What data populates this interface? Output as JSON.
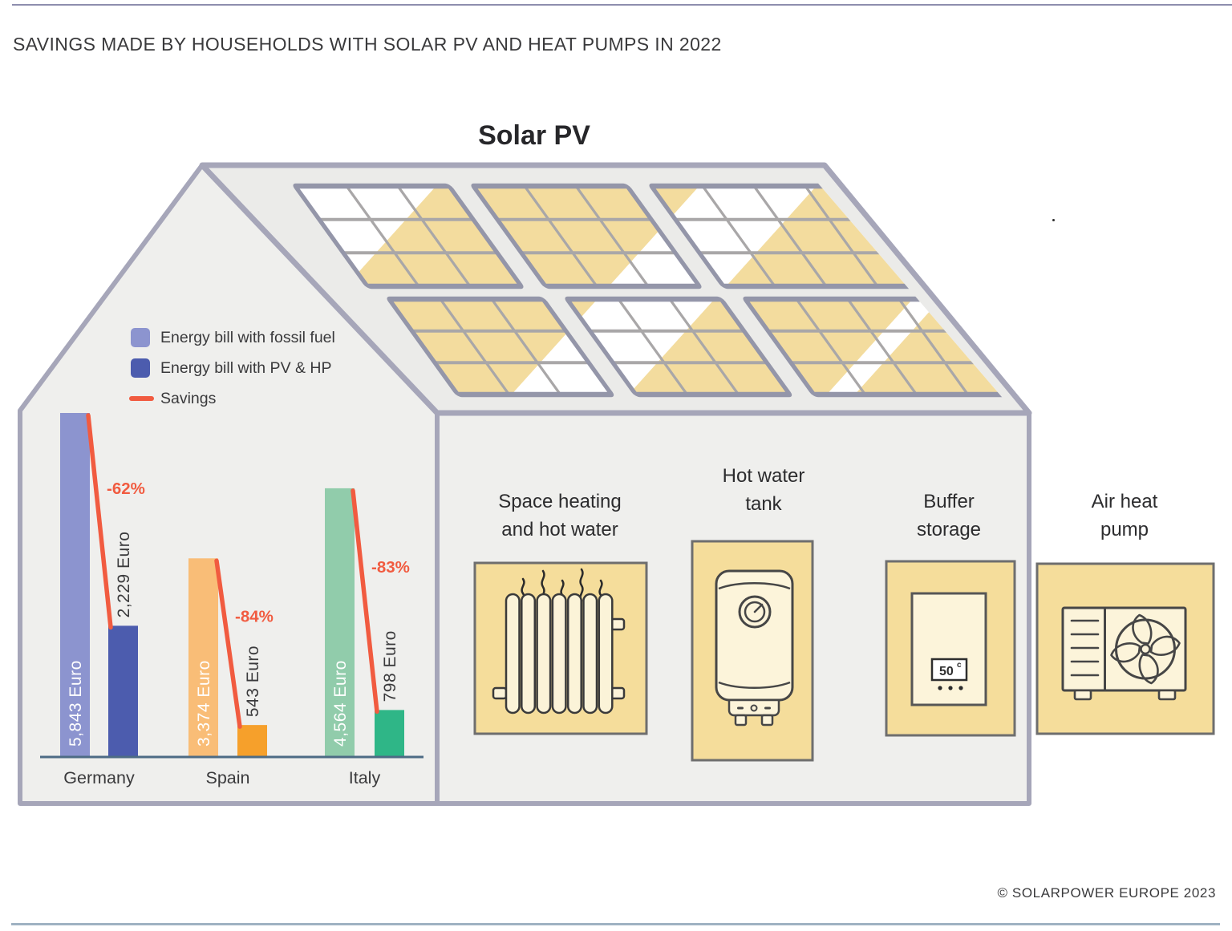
{
  "page": {
    "title": "SAVINGS MADE BY HOUSEHOLDS WITH SOLAR PV AND HEAT PUMPS IN 2022",
    "copyright": "© SOLARPOWER EUROPE 2023"
  },
  "roof": {
    "title": "Solar PV"
  },
  "legend": {
    "items": [
      {
        "label": "Energy bill with fossil fuel",
        "color": "#8c94cf"
      },
      {
        "label": "Energy bill with PV & HP",
        "color": "#4c5cae"
      },
      {
        "label": "Savings",
        "color": "#f15b40"
      }
    ]
  },
  "chart_data": {
    "type": "bar",
    "categories": [
      "Germany",
      "Spain",
      "Italy"
    ],
    "series": [
      {
        "name": "Energy bill with fossil fuel",
        "values": [
          5843,
          3374,
          4564
        ],
        "value_labels": [
          "5,843 Euro",
          "3,374 Euro",
          "4,564 Euro"
        ],
        "colors": [
          "#8c94cf",
          "#f9bd77",
          "#91ccab"
        ]
      },
      {
        "name": "Energy bill with PV & HP",
        "values": [
          2229,
          543,
          798
        ],
        "value_labels": [
          "2,229 Euro",
          "543 Euro",
          "798 Euro"
        ],
        "colors": [
          "#4c5cae",
          "#f6a02b",
          "#2fb687"
        ]
      }
    ],
    "savings": {
      "labels": [
        "-62%",
        "-84%",
        "-83%"
      ],
      "color": "#f15b40"
    },
    "ylim": [
      0,
      5843
    ],
    "unit": "Euro",
    "baseline_color": "#4d6b85"
  },
  "appliances": [
    {
      "line1": "Space heating",
      "line2": "and hot water"
    },
    {
      "line1": "Hot water",
      "line2": "tank"
    },
    {
      "line1": "Buffer",
      "line2": "storage"
    },
    {
      "line1": "Air heat",
      "line2": "pump"
    }
  ],
  "buffer_display": {
    "value": "50",
    "unit": "c"
  }
}
